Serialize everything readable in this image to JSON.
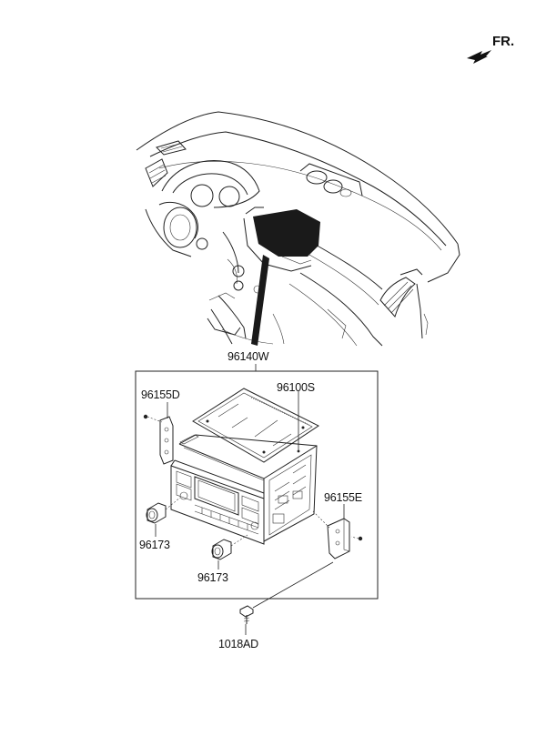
{
  "orientation": {
    "label": "FR."
  },
  "parts": {
    "assembly": "96140W",
    "head_unit": "96100S",
    "bracket_left": "96155D",
    "bracket_right": "96155E",
    "knob_left": "96173",
    "knob_right": "96173",
    "screw": "1018AD"
  },
  "colors": {
    "line": "#222222",
    "fill_dark": "#1a1a1a"
  }
}
